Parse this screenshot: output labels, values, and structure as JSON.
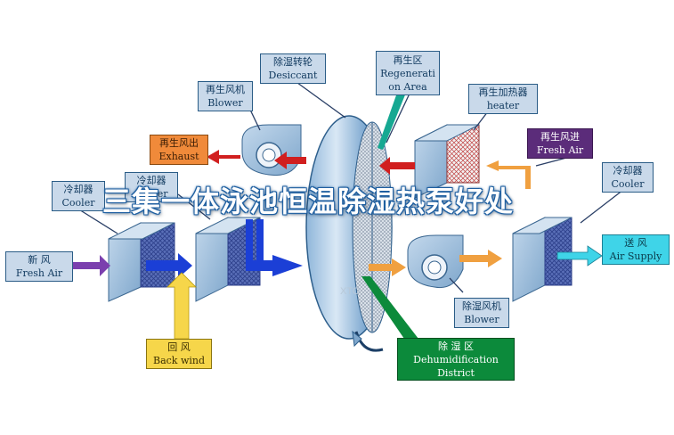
{
  "headline": "三集一体泳池恒温除湿热泵好处",
  "labels": {
    "desiccant_wheel": {
      "zh": "除湿转轮",
      "en": "Desiccant"
    },
    "regen_area": {
      "zh": "再生区",
      "en1": "Regenerati",
      "en2": "on Area"
    },
    "regen_blower": {
      "zh": "再生风机",
      "en": "Blower"
    },
    "regen_heater": {
      "zh": "再生加热器",
      "en": "heater"
    },
    "regen_exhaust": {
      "zh": "再生风出",
      "en": "Exhaust"
    },
    "regen_fresh_air": {
      "zh": "再生风进",
      "en": "Fresh Air"
    },
    "cooler_left": {
      "zh": "冷却器",
      "en": "Cooler"
    },
    "cooler_mid": {
      "zh": "冷却器",
      "en": "Cooler"
    },
    "cooler_right": {
      "zh": "冷却器",
      "en": "Cooler"
    },
    "fresh_air": {
      "zh": "新 风",
      "en": "Fresh Air"
    },
    "supply_air": {
      "zh": "送 风",
      "en": "Air Supply"
    },
    "back_wind": {
      "zh": "回 风",
      "en": "Back wind"
    },
    "dehum_blower": {
      "zh": "除湿风机",
      "en": "Blower"
    },
    "dehum_district": {
      "zh": "除 湿 区",
      "en1": "Dehumidification",
      "en2": "District"
    }
  },
  "watermark": "XTO",
  "colors": {
    "callout_blue": "#c9d9ea",
    "exhaust_orange": "#f08a3a",
    "fresh_purple": "#5b2c7a",
    "supply_cyan": "#3fd4e8",
    "return_yellow": "#f6d64a",
    "district_green": "#0c8a3b",
    "arrow_red": "#d11f1f",
    "arrow_blue": "#1b3fd6",
    "arrow_orange": "#f0a040"
  }
}
